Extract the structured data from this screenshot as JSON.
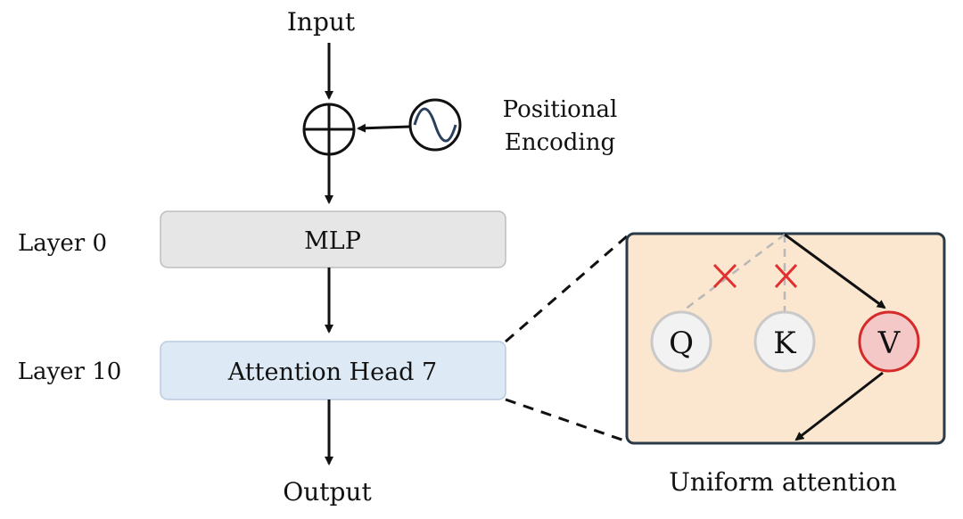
{
  "labels": {
    "input": "Input",
    "output": "Output",
    "positional_line1": "Positional",
    "positional_line2": "Encoding",
    "layer0": "Layer 0",
    "layer10": "Layer 10",
    "mlp": "MLP",
    "attention": "Attention Head 7",
    "q": "Q",
    "k": "K",
    "v": "V",
    "caption": "Uniform attention"
  },
  "icons": {
    "adder": "circle-plus-icon",
    "positional": "sine-wave-icon",
    "blocked": "red-x-icon"
  },
  "colors": {
    "mlp_fill": "#e6e6e6",
    "attention_fill": "#dde9f5",
    "panel_fill": "#fbe6d0",
    "node_fill": "#f2f2f2",
    "v_fill": "#f5c8c8",
    "v_stroke": "#d62a2a",
    "cross": "#e03030",
    "dashed_gray": "#b8b8b8"
  }
}
